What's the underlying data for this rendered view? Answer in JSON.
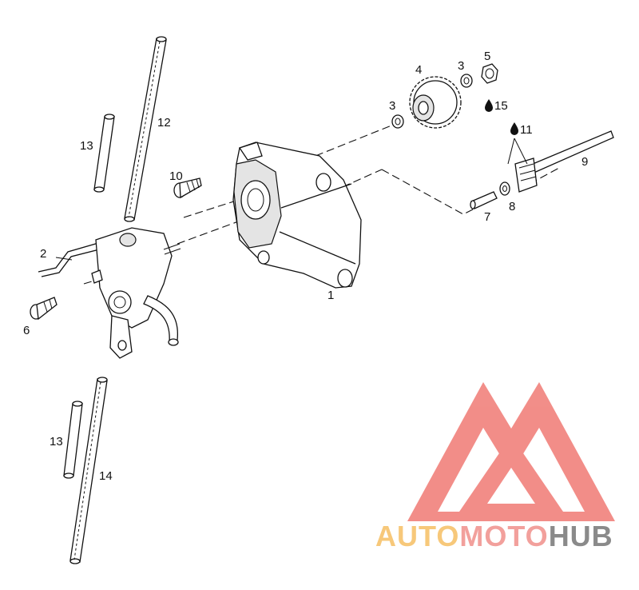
{
  "labels": {
    "l1": "1",
    "l2": "2",
    "l3a": "3",
    "l3b": "3",
    "l4": "4",
    "l5": "5",
    "l6": "6",
    "l7": "7",
    "l8": "8",
    "l9": "9",
    "l10": "10",
    "l11": "11",
    "l12": "12",
    "l13a": "13",
    "l13b": "13",
    "l14": "14",
    "l15": "15"
  },
  "watermark": {
    "part1": "AUTO",
    "part2": "MOTO",
    "part3": "HUB",
    "colors": {
      "auto": "#f7c87a",
      "moto": "#f2a09c",
      "hub": "#8a8a8a",
      "logo": "#f07a74"
    }
  },
  "icons": {
    "oil_drop": "oil-drop-icon"
  }
}
